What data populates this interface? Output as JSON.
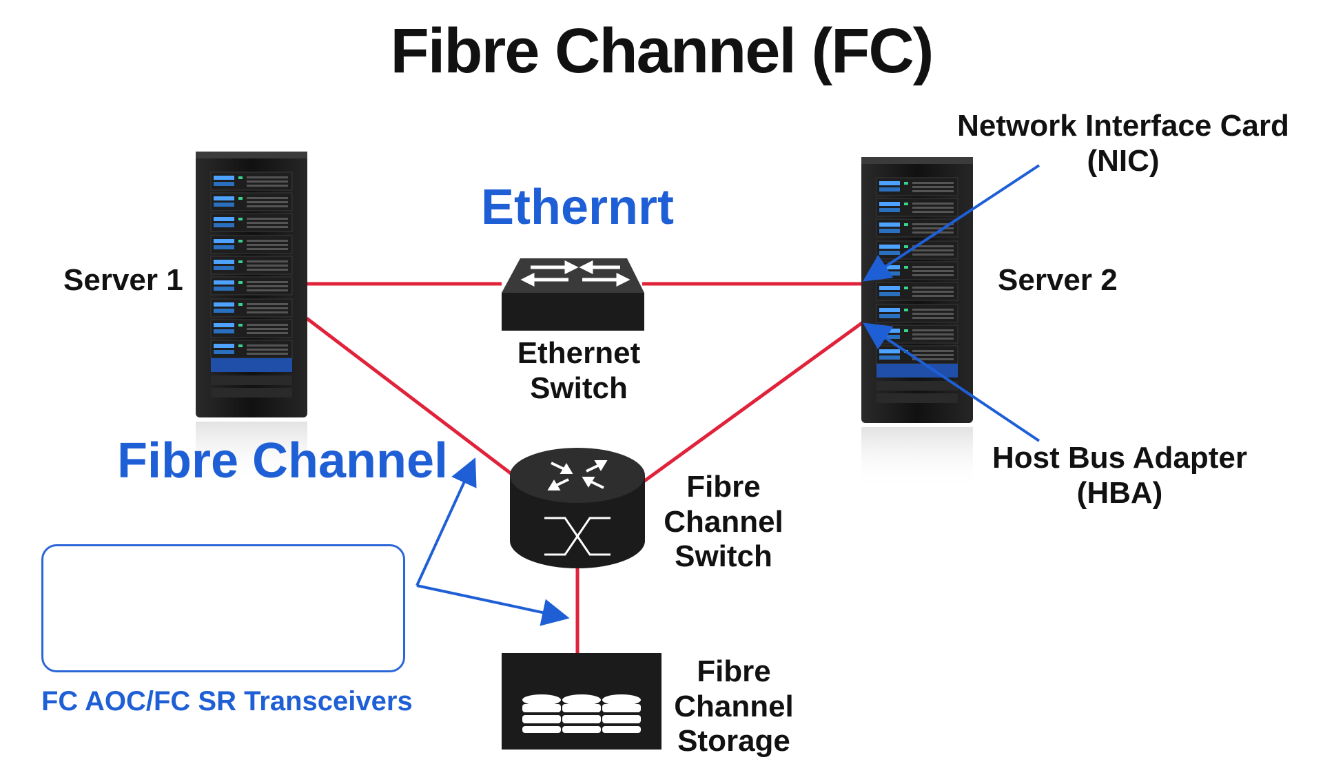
{
  "title": "Fibre Channel (FC)",
  "nodes": {
    "server1": "Server 1",
    "server2": "Server 2",
    "ethernet_switch": [
      "Ethernet",
      "Switch"
    ],
    "fc_switch": [
      "Fibre",
      "Channel",
      "Switch"
    ],
    "fc_storage": [
      "Fibre",
      "Channel",
      "Storage"
    ]
  },
  "headings": {
    "ethernet": "Ethernrt",
    "fibre_channel": "Fibre Channel"
  },
  "callouts": {
    "nic": [
      "Network Interface Card",
      "(NIC)"
    ],
    "hba": [
      "Host Bus Adapter",
      "(HBA)"
    ]
  },
  "transceiver_caption": "FC AOC/FC SR Transceivers",
  "colors": {
    "link": "#e0223a",
    "accent_blue": "#1f5fd6",
    "device": "#1b1b1b"
  }
}
